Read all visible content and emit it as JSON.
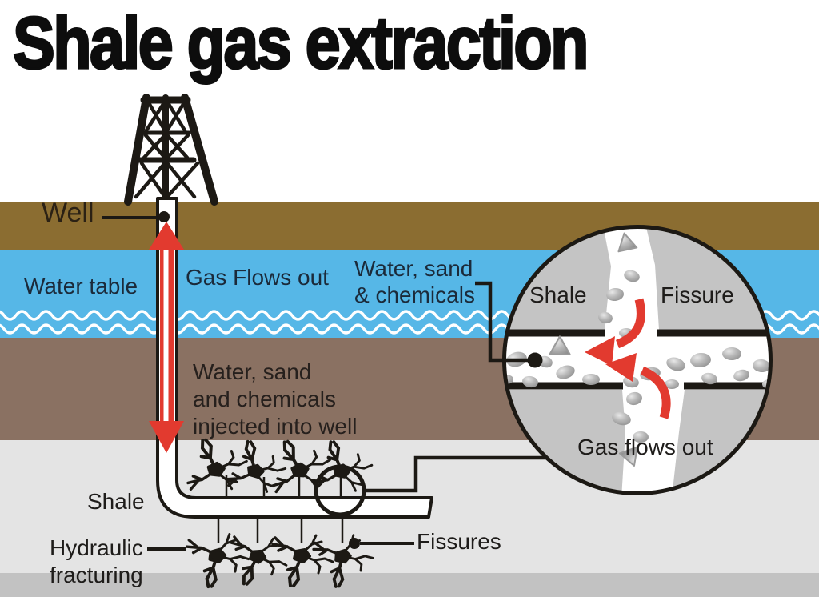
{
  "title": "Shale gas extraction",
  "labels": {
    "well": "Well",
    "water_table": "Water table",
    "gas_flows_out": "Gas Flows out",
    "callout_line1": "Water, sand",
    "callout_line2": "& chemicals",
    "injection_line1": "Water, sand",
    "injection_line2": "and chemicals",
    "injection_line3": "injected into well",
    "shale": "Shale",
    "hydraulic_line1": "Hydraulic",
    "hydraulic_line2": "fracturing",
    "fissures": "Fissures"
  },
  "inset": {
    "shale": "Shale",
    "fissure": "Fissure",
    "gas_flows_out": "Gas flows out"
  },
  "colors": {
    "topsoil": "#8B6D31",
    "water": "#56B7E7",
    "subsoil": "#8A7162",
    "shale": "#E4E4E4",
    "bedrock": "#C2C2C2",
    "rock": "#C4C4C4",
    "red": "#E23A2F",
    "ink": "#1C1914",
    "navy": "#1B2A3A"
  }
}
